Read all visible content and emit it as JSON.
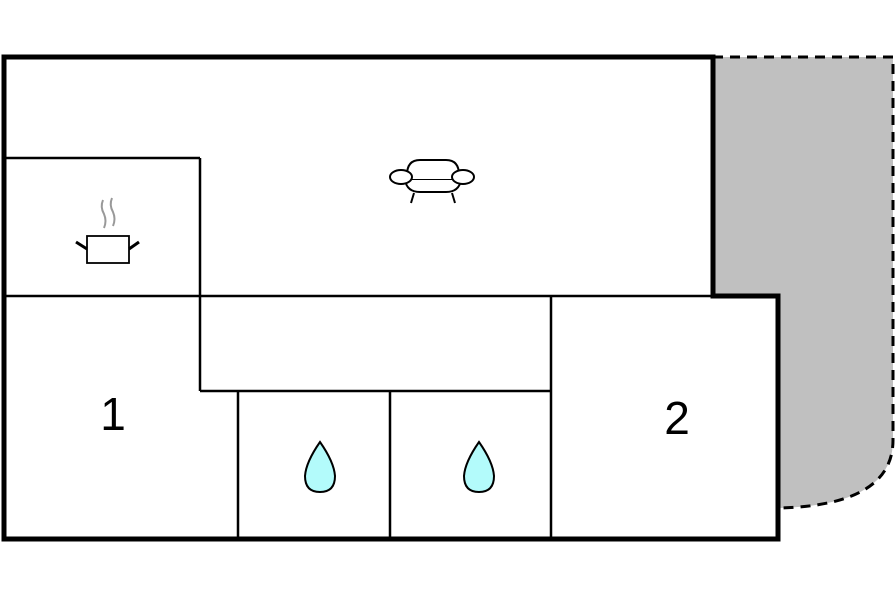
{
  "floorplan": {
    "colors": {
      "wall": "#000000",
      "background": "#ffffff",
      "terrace_fill": "#c0c0c0",
      "water_drop_fill": "#b3fbfb",
      "steam": "#9a9a9a"
    },
    "rooms": [
      {
        "id": "living",
        "icon": "sofa-icon"
      },
      {
        "id": "kitchen",
        "icon": "cooking-pot-icon"
      },
      {
        "id": "hallway"
      },
      {
        "id": "bedroom-1",
        "label": "1"
      },
      {
        "id": "bathroom-a",
        "icon": "water-drop-icon"
      },
      {
        "id": "bathroom-b",
        "icon": "water-drop-icon"
      },
      {
        "id": "bedroom-2",
        "label": "2"
      },
      {
        "id": "terrace",
        "style": "dashed-outline-gray"
      }
    ],
    "labels": {
      "bedroom_1": "1",
      "bedroom_2": "2"
    }
  }
}
